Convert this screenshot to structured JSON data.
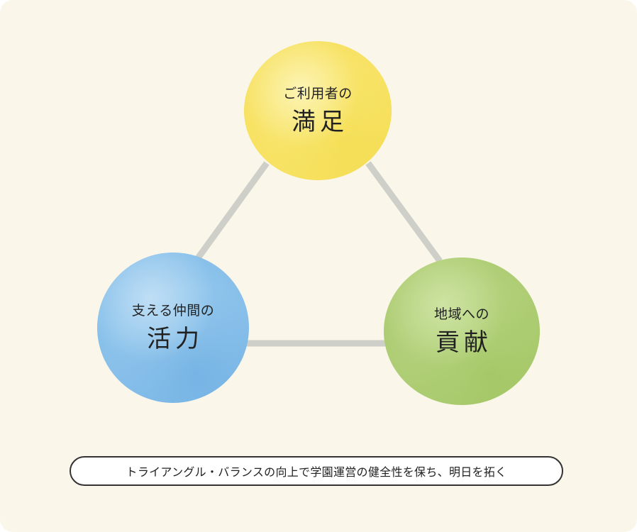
{
  "diagram": {
    "nodes": [
      {
        "id": "top",
        "sub": "ご利用者の",
        "main": "満足",
        "color": "#f7e264"
      },
      {
        "id": "left",
        "sub": "支える仲間の",
        "main": "活力",
        "color": "#88c0ea"
      },
      {
        "id": "right",
        "sub": "地域への",
        "main": "貢献",
        "color": "#aecd74"
      }
    ],
    "connector_color": "#cdcfc8",
    "caption": "トライアングル・バランスの向上で学園運営の健全性を保ち、明日を拓く"
  }
}
